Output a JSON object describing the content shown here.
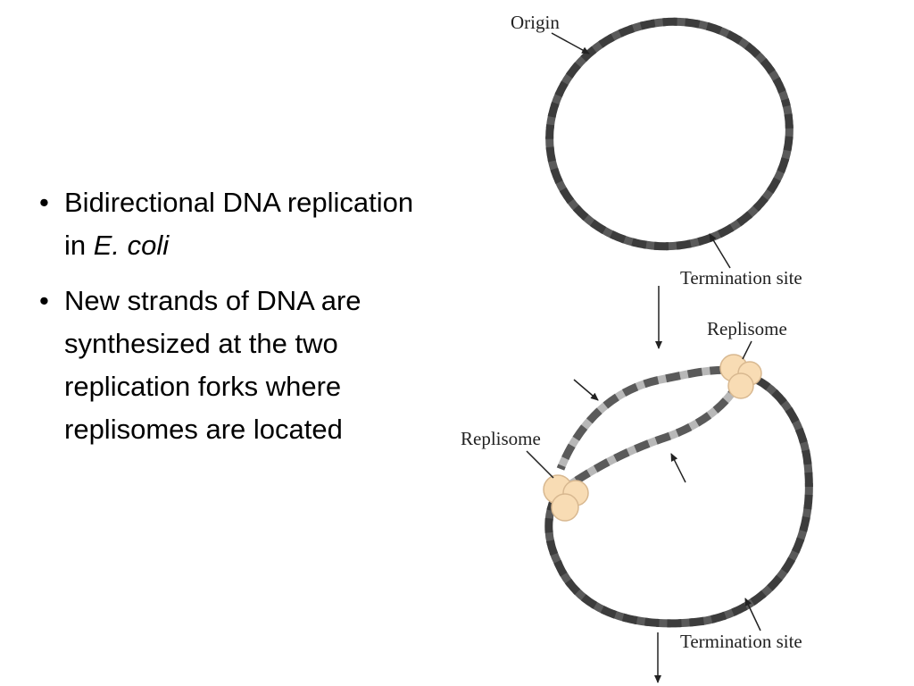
{
  "bullets": [
    {
      "text_prefix": "Bidirectional DNA replication in ",
      "text_italic": "E. coli"
    },
    {
      "text": "New strands of DNA are synthesized at the two replication forks where replisomes are located"
    }
  ],
  "figure": {
    "labels": {
      "origin": "Origin",
      "termination_top": "Termination site",
      "replisome_top": "Replisome",
      "replisome_left": "Replisome",
      "termination_bottom": "Termination site"
    },
    "colors": {
      "dna_strand": "#5a5a5a",
      "new_strand": "#b8b8b8",
      "replisome_fill": "#f8dcb4",
      "arrow": "#222222"
    }
  }
}
